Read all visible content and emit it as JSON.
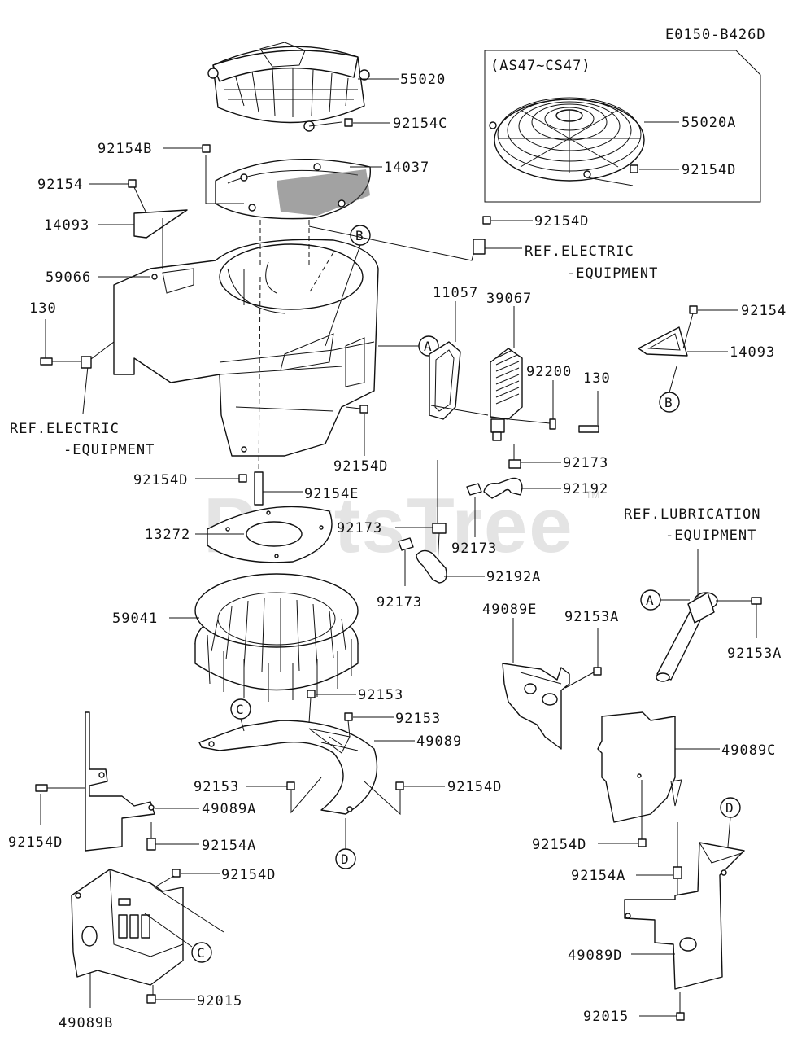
{
  "diagram_code": "E0150-B426D",
  "inset_title": "(AS47~CS47)",
  "watermark": "PartsTree",
  "watermark_tm": "TM",
  "ref_electric_1": "REF.ELECTRIC",
  "ref_electric_2": "-EQUIPMENT",
  "ref_lubrication_1": "REF.LUBRICATION",
  "ref_lubrication_2": "-EQUIPMENT",
  "callout_a": "A",
  "callout_b": "B",
  "callout_c": "C",
  "callout_d": "D",
  "parts": {
    "p55020": "55020",
    "p92154C": "92154C",
    "p55020A": "55020A",
    "p92154D_inset": "92154D",
    "p92154B": "92154B",
    "p14037": "14037",
    "p92154_left": "92154",
    "p14093_left": "14093",
    "p59066": "59066",
    "p92154D_top": "92154D",
    "p130_left": "130",
    "p11057": "11057",
    "p39067": "39067",
    "p92154_right": "92154",
    "p14093_right": "14093",
    "p92200": "92200",
    "p130_right": "130",
    "p92154D_shroud": "92154D",
    "p92173_a": "92173",
    "p92154D_mid": "92154D",
    "p92154E": "92154E",
    "p92192": "92192",
    "p13272": "13272",
    "p92173_b": "92173",
    "p92173_c": "92173",
    "p92192A": "92192A",
    "p92173_d": "92173",
    "p59041": "59041",
    "p49089E": "49089E",
    "p92153A_a": "92153A",
    "p92153A_b": "92153A",
    "p92153_a": "92153",
    "p92153_b": "92153",
    "p49089": "49089",
    "p49089C": "49089C",
    "p92153_c": "92153",
    "p92154D_plate": "92154D",
    "p49089A": "49089A",
    "p92154D_left": "92154D",
    "p92154A_left": "92154A",
    "p92154D_bottom": "92154D",
    "p92154D_right": "92154D",
    "p92154A_right": "92154A",
    "p49089D": "49089D",
    "p92015_left": "92015",
    "p49089B": "49089B",
    "p92015_right": "92015"
  }
}
